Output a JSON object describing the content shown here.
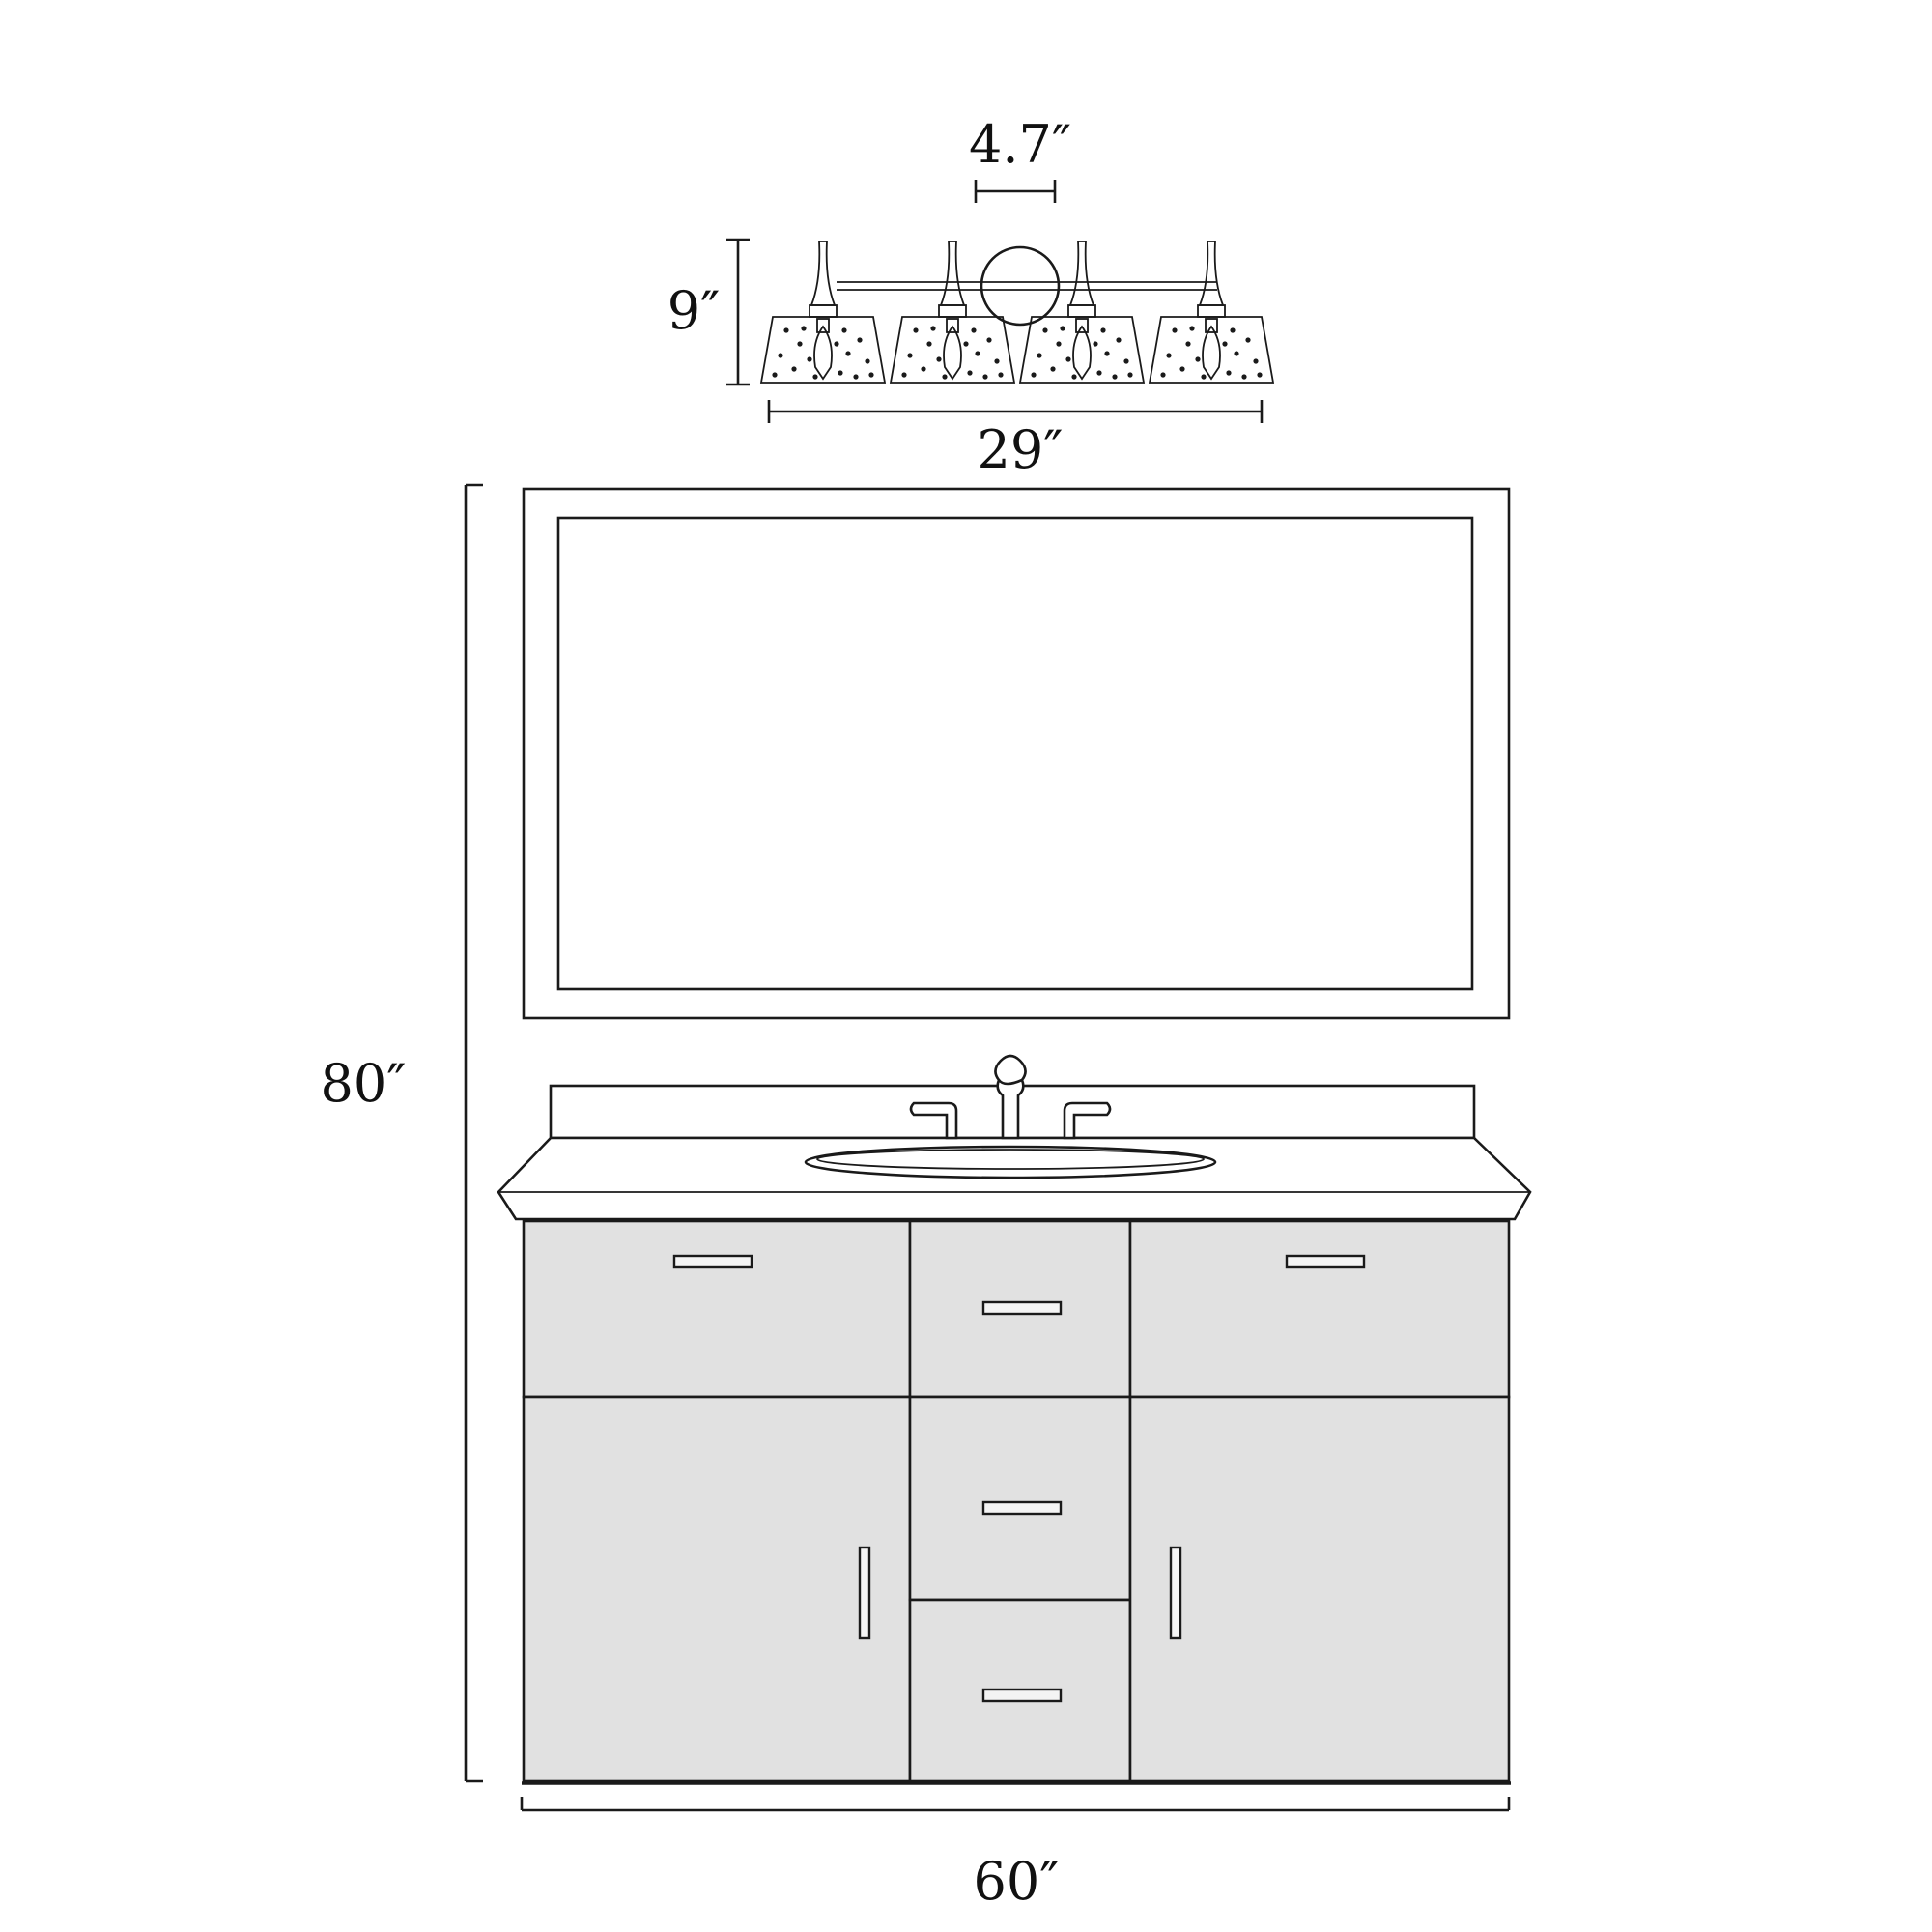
{
  "dimensions": {
    "canopy_width": "4.7″",
    "fixture_height": "9″",
    "fixture_width": "29″",
    "overall_height": "80″",
    "vanity_width": "60″"
  },
  "colors": {
    "line": "#1a1a1a",
    "cabinet_fill": "#e1e1e1",
    "background": "#ffffff"
  }
}
